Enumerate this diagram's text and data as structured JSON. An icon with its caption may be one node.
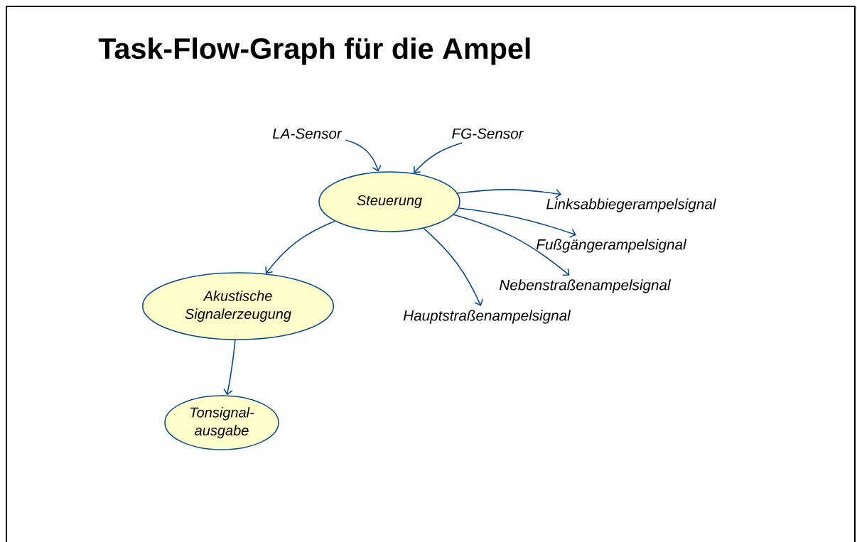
{
  "diagram": {
    "title": "Task-Flow-Graph für die Ampel",
    "nodes": [
      {
        "text": [
          "LA-Sensor"
        ]
      },
      {
        "text": [
          "FG-Sensor"
        ]
      },
      {
        "text": [
          "Steuerung"
        ]
      },
      {
        "text": [
          "Linksabbiegerampelsignal"
        ]
      },
      {
        "text": [
          "Fußgängerampelsignal"
        ]
      },
      {
        "text": [
          "Nebenstraßenampelsignal"
        ]
      },
      {
        "text": [
          "Hauptstraßenampelsignal"
        ]
      },
      {
        "text": [
          "Akustische Signalerzeugung"
        ]
      },
      {
        "text": [
          "Tonsignal- ausgabe"
        ]
      }
    ],
    "edges": [
      {
        "from": 0,
        "to": 2,
        "arrow": "to"
      },
      {
        "from": 1,
        "to": 2,
        "arrow": "to"
      },
      {
        "from": 2,
        "to": 3,
        "arrow": "to"
      },
      {
        "from": 2,
        "to": 4,
        "arrow": "to"
      },
      {
        "from": 2,
        "to": 5,
        "arrow": "to"
      },
      {
        "from": 2,
        "to": 6,
        "arrow": "to"
      },
      {
        "from": 2,
        "to": 7,
        "arrow": "to"
      },
      {
        "from": 7,
        "to": 8,
        "arrow": "to"
      }
    ]
  }
}
